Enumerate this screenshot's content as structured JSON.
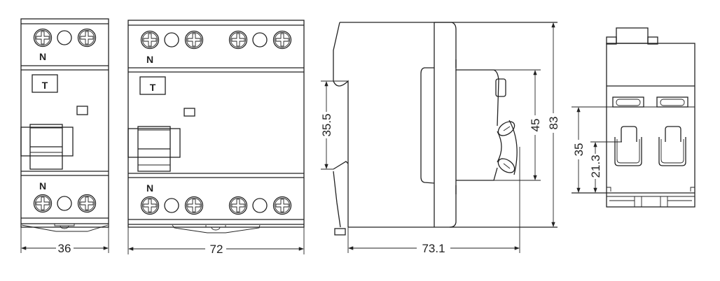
{
  "views": {
    "front_2p": {
      "neutral_top": "N",
      "neutral_bottom": "N",
      "test_button": "T",
      "width_dim": "36"
    },
    "front_4p": {
      "neutral_top": "N",
      "neutral_bottom": "N",
      "test_button": "T",
      "width_dim": "72"
    },
    "side": {
      "rail_dim": "35.5",
      "face_dim": "45",
      "height_dim": "83",
      "depth_dim": "73.1"
    },
    "end": {
      "rail_dim": "35",
      "clamp_dim": "21.3"
    }
  },
  "colors": {
    "line": "#222222",
    "background": "#ffffff"
  }
}
